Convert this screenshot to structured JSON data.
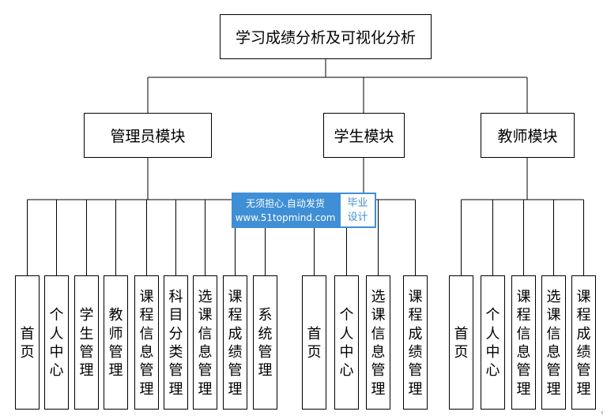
{
  "root": "学习成绩分析及可视化分析",
  "modules": [
    {
      "title": "管理员模块",
      "items": [
        "首页",
        "个人中心",
        "学生管理",
        "教师管理",
        "课程信息管理",
        "科目分类管理",
        "选课信息管理",
        "课程成绩管理",
        "系统管理"
      ]
    },
    {
      "title": "学生模块",
      "items": [
        "首页",
        "个人中心",
        "选课信息管理",
        "课程成绩管理"
      ]
    },
    {
      "title": "教师模块",
      "items": [
        "首页",
        "个人中心",
        "课程信息管理",
        "选课信息管理",
        "课程成绩管理"
      ]
    }
  ],
  "watermark": {
    "line1": "无须担心.自动发货",
    "line2": "www.51topmind.com",
    "badge_line1": "毕业",
    "badge_line2": "设计",
    "color": "#3f8fd6"
  },
  "corner_icon": "chevron-left-icon"
}
